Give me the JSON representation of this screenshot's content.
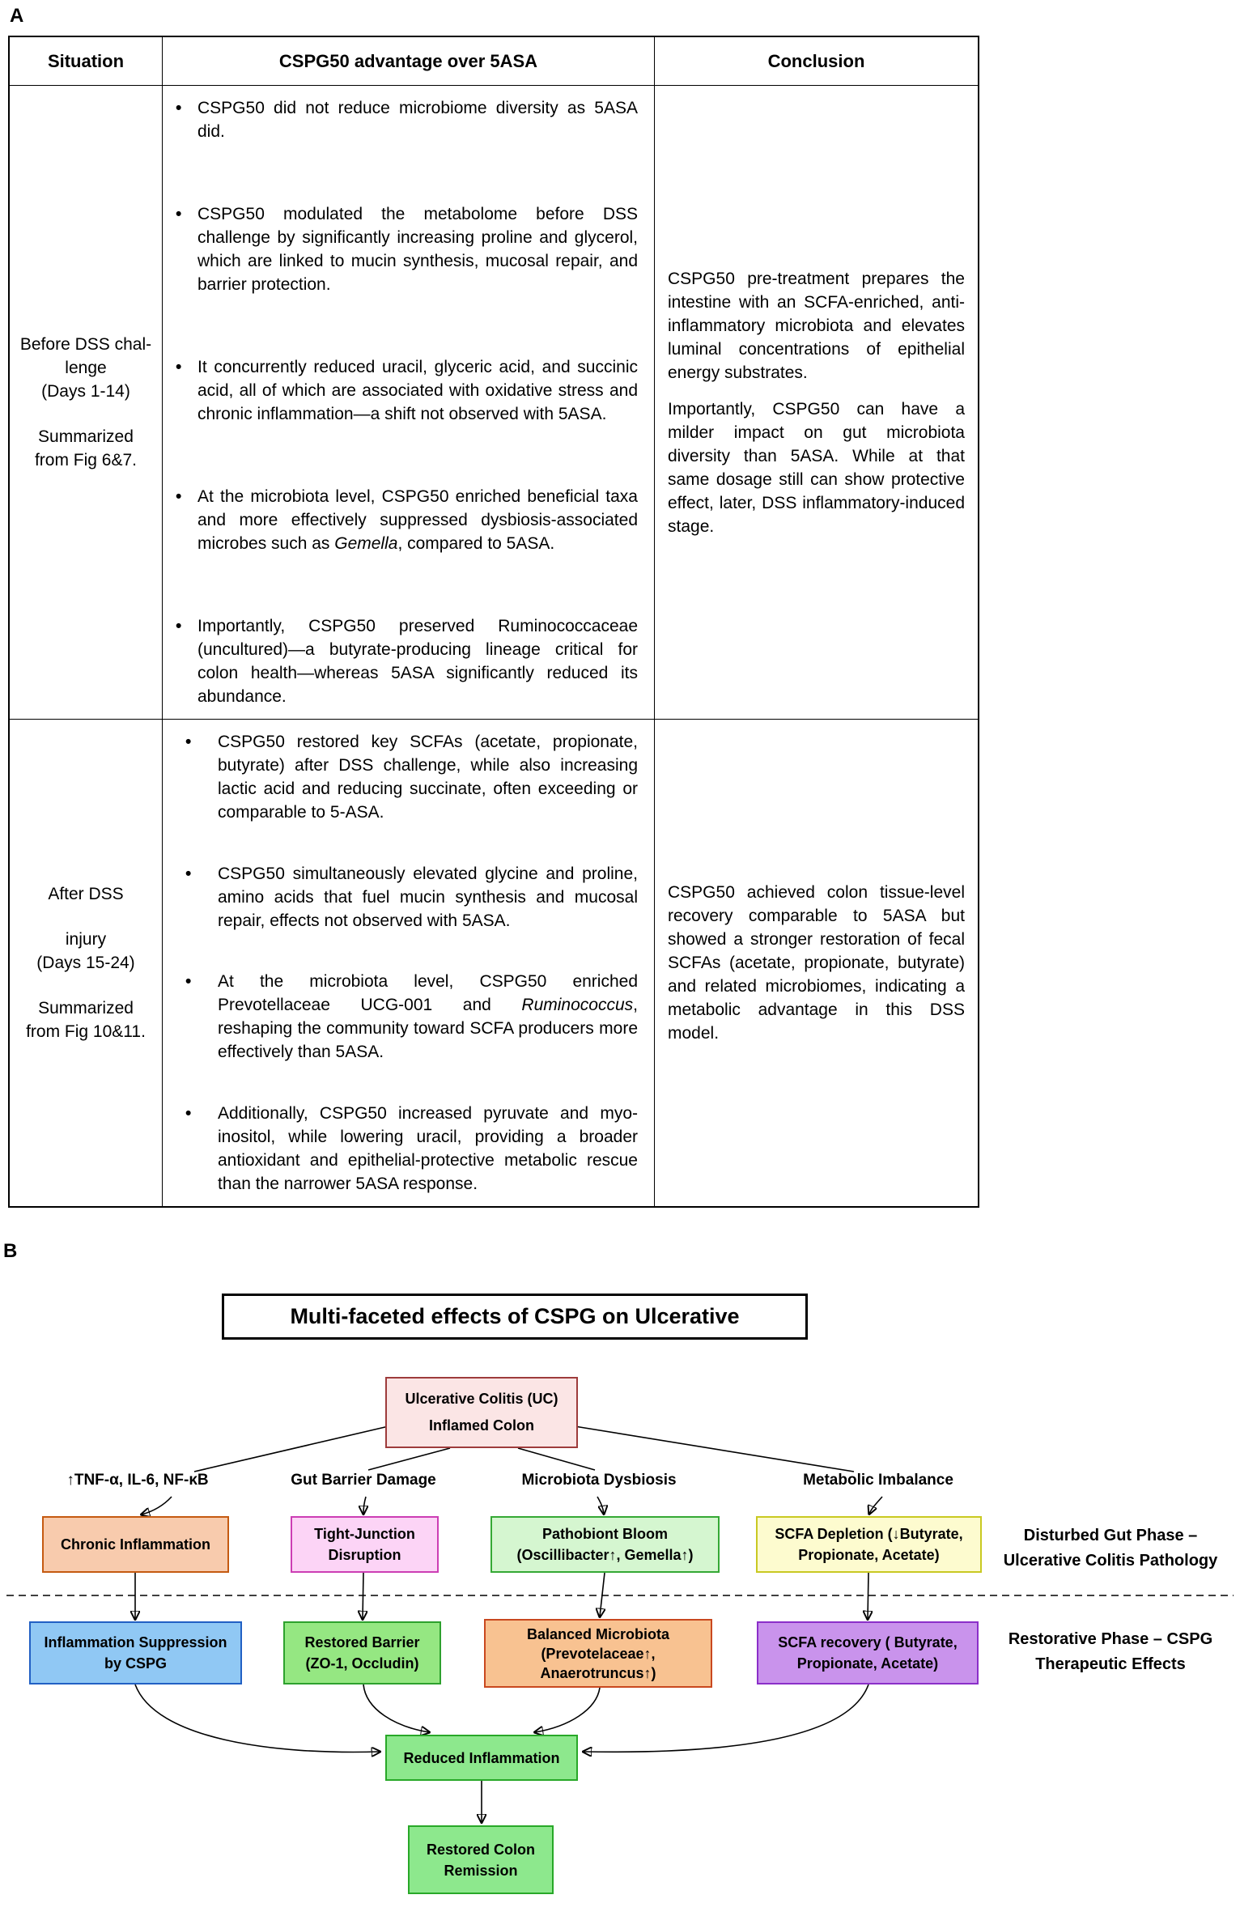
{
  "panel_a": {
    "label": "A",
    "headers": [
      "Situation",
      "CSPG50 advantage over 5ASA",
      "Conclusion"
    ],
    "rows": [
      {
        "situation": [
          "Before DSS chal-\nlenge\n(Days 1-14)",
          "Summarized\nfrom Fig 6&7."
        ],
        "bullets": [
          "CSPG50 did not reduce microbiome diversity as 5ASA did.",
          "CSPG50 modulated the metabolome before DSS challenge by significantly increasing proline and glycerol, which are linked to mucin synthesis, mucosal repair, and barrier protection.",
          "It concurrently reduced uracil, glyceric acid, and succinic acid, all of which are associated with oxidative stress and chronic inflammation—a shift not observed with 5ASA.",
          "At the microbiota level, CSPG50 enriched beneficial taxa and more effectively suppressed dysbiosis-associated microbes such as *Gemella*, compared to 5ASA.",
          "Importantly, CSPG50 preserved Ruminococcaceae (uncultured)—a butyrate-producing lineage critical for colon health—whereas 5ASA significantly reduced its abundance."
        ],
        "conclusion": [
          "CSPG50 pre-treatment prepares the intestine with an SCFA-enriched, anti-inflammatory microbiota and elevates luminal concentrations of epithelial energy substrates.",
          "Importantly, CSPG50 can have a milder impact on gut microbiota diversity than 5ASA. While at that same dosage still can show protective effect, later, DSS inflammatory-induced stage."
        ]
      },
      {
        "situation": [
          "After DSS",
          "injury\n(Days 15-24)",
          "Summarized\nfrom Fig 10&11."
        ],
        "bullets": [
          "CSPG50 restored key SCFAs (acetate, propionate, butyrate) after DSS challenge, while also increasing lactic acid and reducing succinate, often exceeding or comparable to 5-ASA.",
          "CSPG50 simultaneously elevated glycine and proline, amino acids that fuel mucin synthesis and mucosal repair, effects not observed with 5ASA.",
          "At the microbiota level, CSPG50 enriched Prevotellaceae UCG-001 and *Ruminococcus*, reshaping the community toward SCFA producers more effectively than 5ASA.",
          "Additionally, CSPG50 increased pyruvate and myo-inositol, while lowering uracil, providing a broader antioxidant and epithelial-protective metabolic rescue than the narrower 5ASA response."
        ],
        "conclusion": [
          "CSPG50 achieved colon tissue-level recovery comparable to 5ASA but showed a stronger restoration of fecal SCFAs (acetate, propionate, butyrate) and related microbiomes, indicating a metabolic advantage in this DSS model."
        ]
      }
    ]
  },
  "panel_b": {
    "label": "B",
    "title": "Multi-faceted effects of CSPG on Ulcerative",
    "branch_labels": [
      "↑TNF-α, IL-6, NF-κB",
      "Gut Barrier Damage",
      "Microbiota Dysbiosis",
      "Metabolic Imbalance"
    ],
    "phase_labels": {
      "disturbed": "Disturbed Gut Phase –\nUlcerative Colitis Pathology",
      "restorative": "Restorative Phase – CSPG\nTherapeutic Effects"
    },
    "nodes": {
      "uc": {
        "label": "Ulcerative Colitis (UC)\nInflamed Colon",
        "fill": "#FBE5E5",
        "border": "#9E3B3B"
      },
      "chronic": {
        "label": "Chronic Inflammation",
        "fill": "#F8CBAD",
        "border": "#C55A11"
      },
      "tight": {
        "label": "Tight-Junction\nDisruption",
        "fill": "#FCD4F6",
        "border": "#CC3EB4"
      },
      "pathobiont": {
        "label": "Pathobiont Bloom\n(Oscillibacter↑, Gemella↑)",
        "fill": "#D5F6D0",
        "border": "#35A935"
      },
      "depletion": {
        "label": "SCFA Depletion (↓Butyrate,\nPropionate, Acetate)",
        "fill": "#FDFBCF",
        "border": "#C9C922"
      },
      "suppression": {
        "label": "Inflammation Suppression\nby CSPG",
        "fill": "#90C8F4",
        "border": "#2160C4"
      },
      "barrier": {
        "label": "Restored Barrier\n(ZO-1, Occludin)",
        "fill": "#95E782",
        "border": "#2DA12D"
      },
      "balanced": {
        "label": "Balanced Microbiota\n(Prevotelaceae↑,\nAnaerotruncus↑)",
        "fill": "#F8C291",
        "border": "#C9481F"
      },
      "recovery": {
        "label": "SCFA recovery ( Butyrate,\nPropionate, Acetate)",
        "fill": "#C993EC",
        "border": "#8B2FC9"
      },
      "reduced": {
        "label": "Reduced Inflammation",
        "fill": "#8DE88D",
        "border": "#28A828"
      },
      "remission": {
        "label": "Restored Colon\nRemission",
        "fill": "#8DE88D",
        "border": "#28A828"
      }
    }
  }
}
